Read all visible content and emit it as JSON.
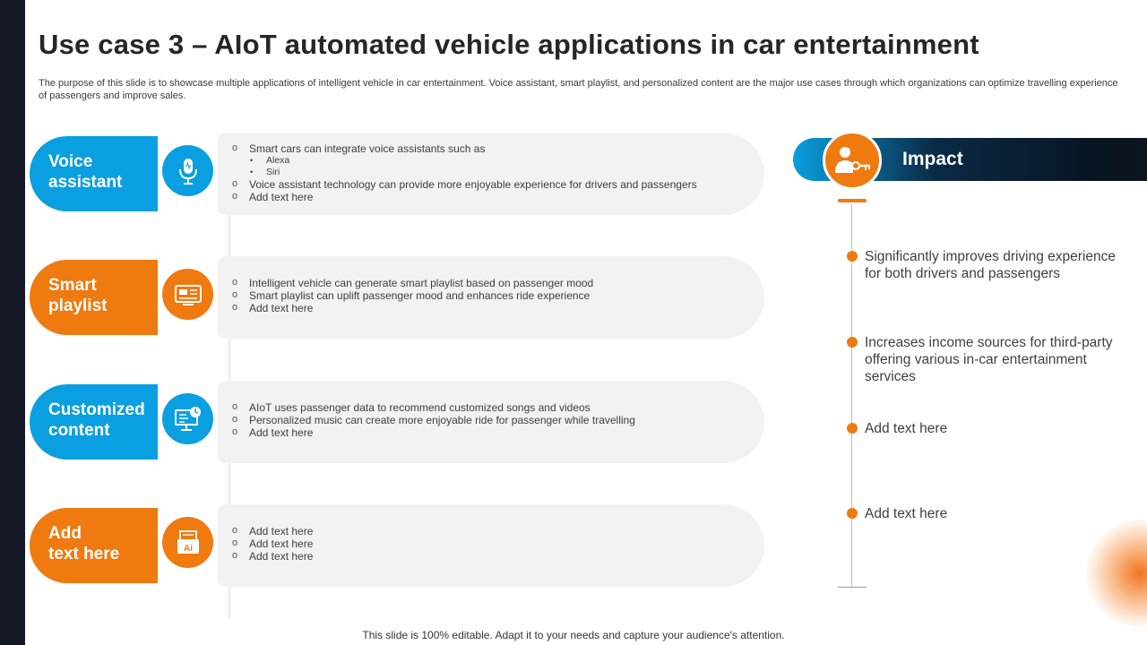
{
  "slide": {
    "title": "Use case 3 – AIoT automated vehicle applications in car entertainment",
    "subtitle": "The purpose of this slide is to showcase multiple applications of intelligent vehicle in car entertainment. Voice assistant, smart playlist, and personalized content are the major use cases through which organizations can optimize travelling experience of passengers and improve sales.",
    "footer": "This slide is 100% editable. Adapt it to your needs and capture your audience's attention."
  },
  "use_cases": [
    {
      "label": "Voice\nassistant",
      "icon": "microphone-icon",
      "color": "#0a9fe0",
      "bullets": [
        "Smart cars can integrate voice assistants such as",
        "Voice assistant technology can provide more enjoyable experience for drivers and passengers",
        "Add text here"
      ],
      "sub_bullets": [
        "Alexa",
        "Siri"
      ]
    },
    {
      "label": "Smart\nplaylist",
      "icon": "playlist-screen-icon",
      "color": "#ef7a10",
      "bullets": [
        "Intelligent vehicle can generate smart playlist based on passenger mood",
        "Smart playlist can uplift passenger mood and enhances ride experience",
        "Add text here"
      ]
    },
    {
      "label": "Customized\ncontent",
      "icon": "monitor-chart-icon",
      "color": "#0a9fe0",
      "bullets": [
        "AIoT uses passenger data to recommend customized songs and videos",
        "Personalized music can create more enjoyable ride for passenger while travelling",
        "Add text here"
      ]
    },
    {
      "label": "Add\ntext here",
      "icon": "ai-document-icon",
      "color": "#ef7a10",
      "bullets": [
        "Add text here",
        "Add text here",
        "Add text here"
      ]
    }
  ],
  "impact": {
    "title": "Impact",
    "icon": "person-key-icon",
    "items": [
      "Significantly improves driving experience for both drivers and passengers",
      "Increases income sources for third-party offering various in-car entertainment services",
      "Add text here",
      "Add text here"
    ]
  }
}
